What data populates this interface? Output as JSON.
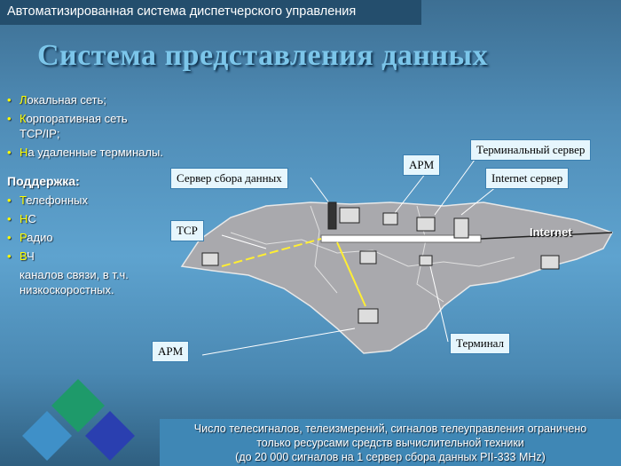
{
  "header": {
    "title": "Автоматизированная система диспетчерского управления"
  },
  "slide_title": "Система представления данных",
  "networks": [
    {
      "cap": "Л",
      "rest": "окальная сеть;"
    },
    {
      "cap": "К",
      "rest": "орпоративная сеть TCP/IP;"
    },
    {
      "cap": "Н",
      "rest": "а удаленные терминалы."
    }
  ],
  "support": {
    "heading": "Поддержка:",
    "items": [
      {
        "cap": "Т",
        "rest": "елефонных"
      },
      {
        "cap": "Н",
        "rest": "С"
      },
      {
        "cap": "Р",
        "rest": "адио"
      },
      {
        "cap": "В",
        "rest": "Ч"
      }
    ],
    "note": "каналов связи, в т.ч. низкоскоростных."
  },
  "diagram": {
    "labels": {
      "terminal_server": "Терминальный сервер",
      "arm_top": "АРМ",
      "data_server": "Сервер сбора данных",
      "internet_server": "Internet сервер",
      "tcp": "ТСР",
      "internet": "Internet",
      "arm_bottom": "АРМ",
      "terminal": "Терминал"
    }
  },
  "footer": {
    "line1": "Число телесигналов, телеизмерений, сигналов телеуправления ограничено",
    "line2": "только ресурсами средств вычислительной техники",
    "line3": "(до 20 000 сигналов на 1 сервер сбора данных PII-333 MHz)"
  }
}
